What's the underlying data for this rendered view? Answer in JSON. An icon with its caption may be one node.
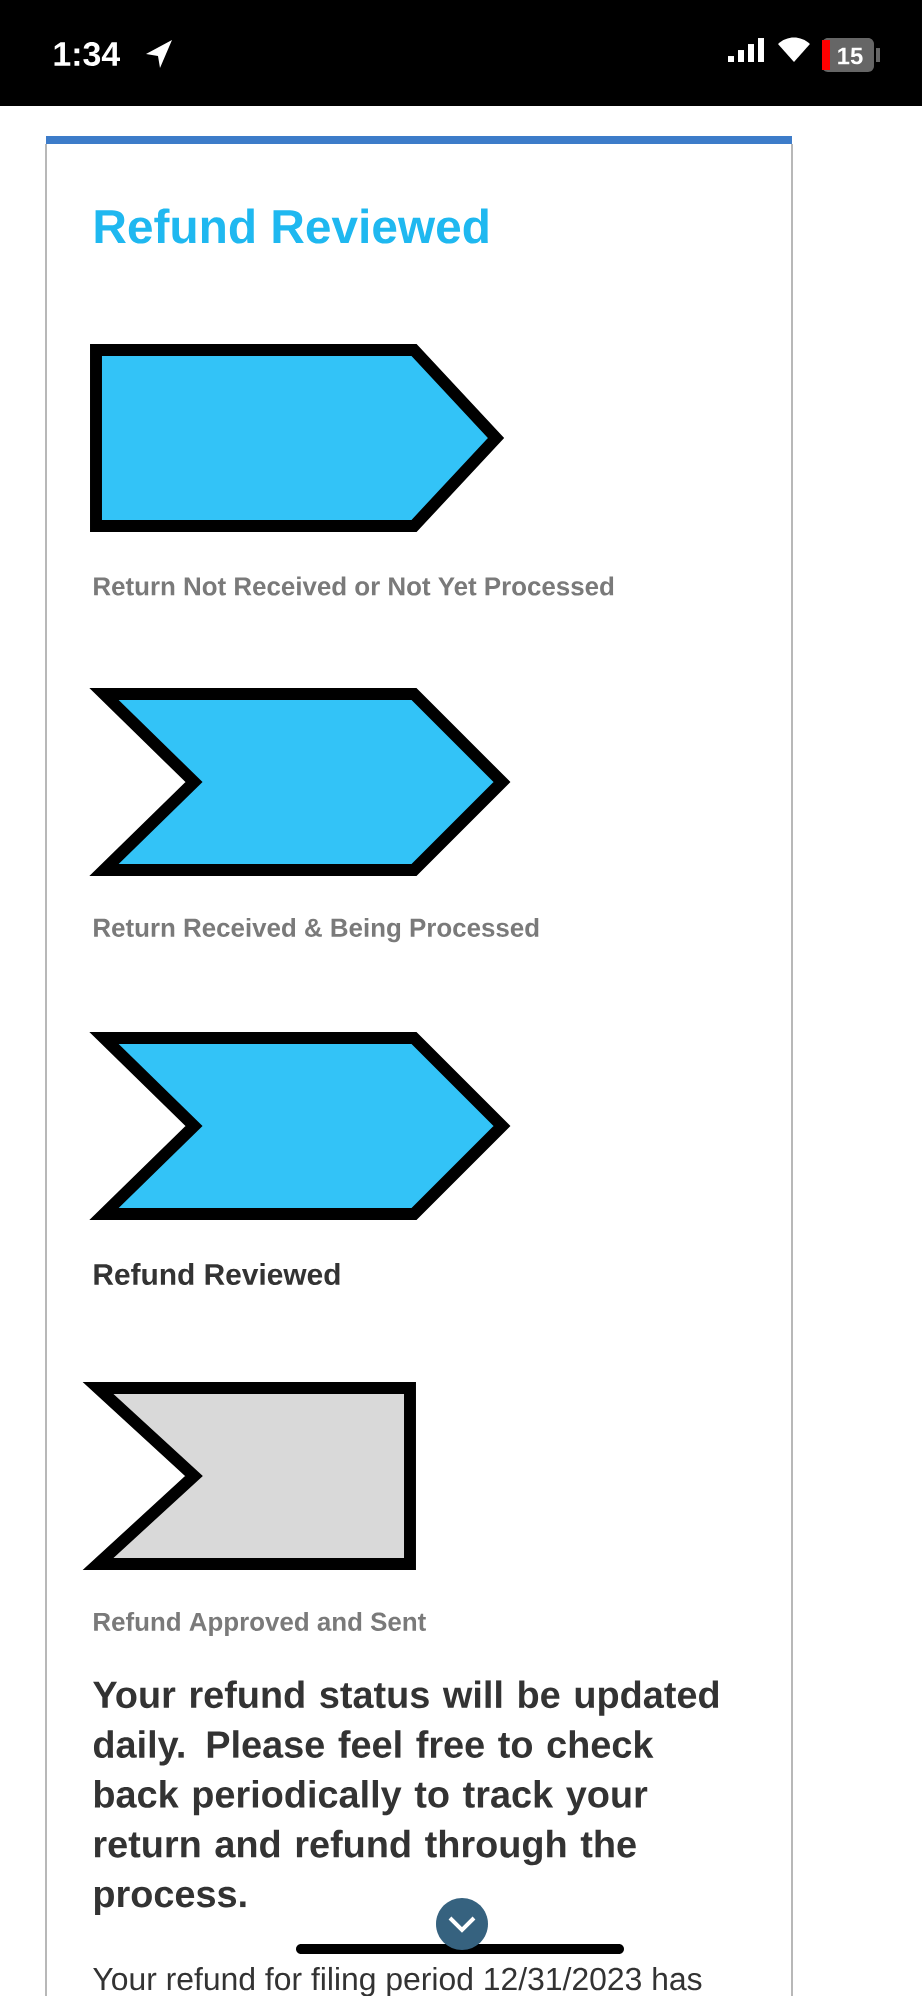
{
  "diagram": {
    "title": "Refund Reviewed",
    "nodes": [
      {
        "text": [
          "Return Not Received or Not Yet Processed"
        ]
      },
      {
        "text": [
          "Return Received & Being Processed"
        ]
      },
      {
        "text": [
          "Refund Reviewed"
        ]
      },
      {
        "text": [
          "Refund Approved and Sent"
        ]
      }
    ],
    "labels": [
      "1:34",
      "15",
      "Your refund status will be updated daily. Please feel free to check back periodically to track your return and refund through the process.",
      "Your refund for filing period 12/31/2023 has"
    ]
  }
}
